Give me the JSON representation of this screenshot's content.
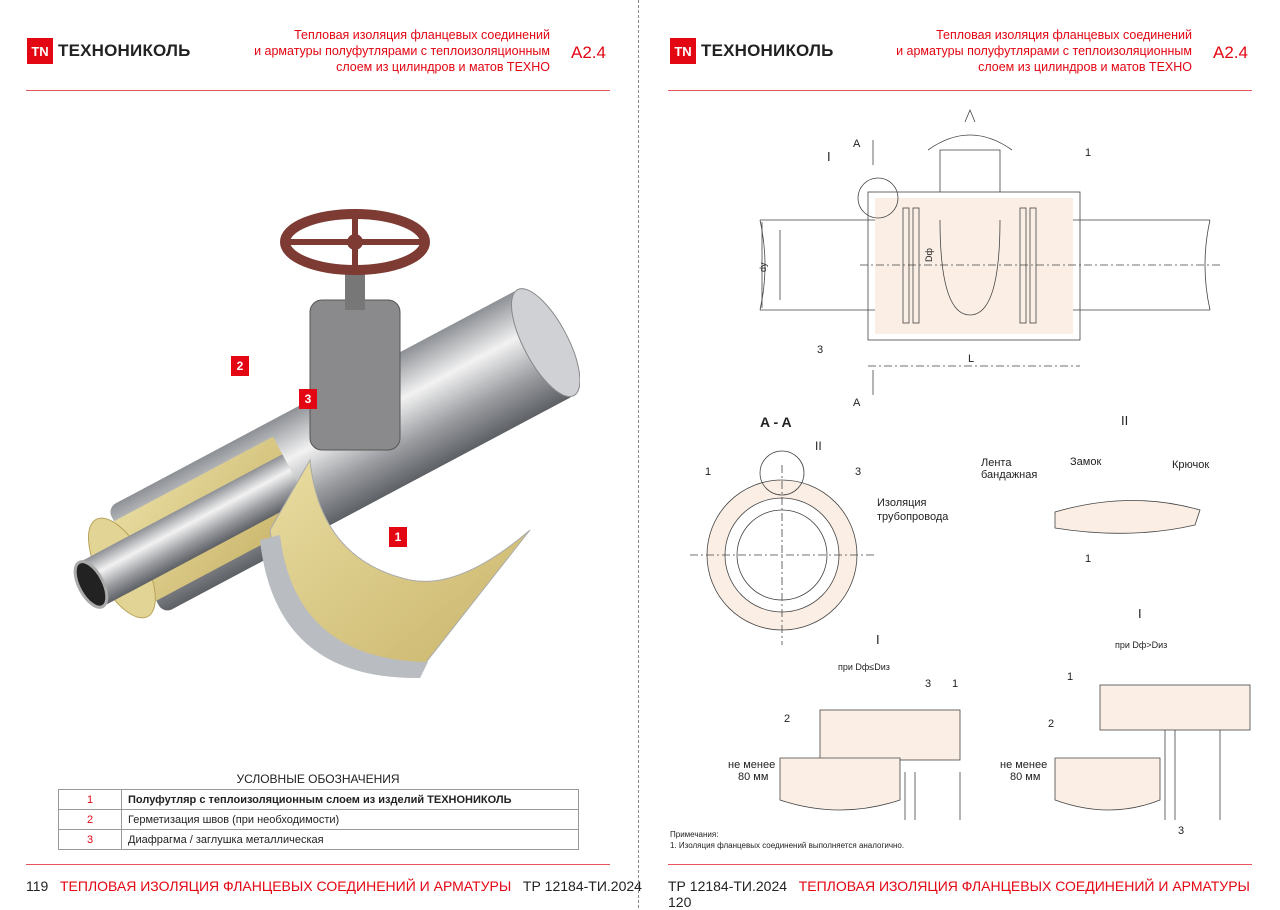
{
  "brand": {
    "mark": "TN",
    "name": "ТЕХНОНИКОЛЬ"
  },
  "header": {
    "title_lines": [
      "Тепловая изоляция фланцевых соединений",
      "и арматуры полуфутлярами с теплоизоляционным",
      "слоем из цилиндров и матов ТЕХНО"
    ],
    "code": "A2.4"
  },
  "left_page": {
    "markers": [
      "1",
      "2",
      "3"
    ],
    "legend": {
      "title": "УСЛОВНЫЕ ОБОЗНАЧЕНИЯ",
      "rows": [
        {
          "num": "1",
          "text": "Полуфутляр с теплоизоляционным слоем из изделий ТЕХНОНИКОЛЬ"
        },
        {
          "num": "2",
          "text": "Герметизация швов (при необходимости)"
        },
        {
          "num": "3",
          "text": "Диафрагма / заглушка металлическая"
        }
      ]
    },
    "footer": {
      "page": "119",
      "section": "ТЕПЛОВАЯ ИЗОЛЯЦИЯ ФЛАНЦЕВЫХ СОЕДИНЕНИЙ И АРМАТУРЫ",
      "doc": "ТР 12184-ТИ.2024"
    }
  },
  "right_page": {
    "drawing": {
      "section_mark": "A",
      "detail_I": "I",
      "detail_II": "II",
      "pos1": "1",
      "pos2": "2",
      "pos3": "3",
      "dim_dy": "dу",
      "dim_Df": "Dф",
      "dim_L": "L",
      "section_title": "A - A",
      "insulation_label": [
        "Изоляция",
        "трубопровода"
      ],
      "band_label": [
        "Лента",
        "бандажная"
      ],
      "lock_label": "Замок",
      "hook_label": "Крючок",
      "cond_le": "при Dф≤Dиз",
      "cond_gt": "при Dф>Dиз",
      "min_label": [
        "не менее",
        "80 мм"
      ]
    },
    "notes": {
      "title": "Примечания:",
      "items": [
        "1.   Изоляция фланцевых соединений выполняется аналогично."
      ]
    },
    "footer": {
      "doc": "ТР 12184-ТИ.2024",
      "section": "ТЕПЛОВАЯ ИЗОЛЯЦИЯ ФЛАНЦЕВЫХ СОЕДИНЕНИЙ И АРМАТУРЫ",
      "page": "120"
    }
  }
}
